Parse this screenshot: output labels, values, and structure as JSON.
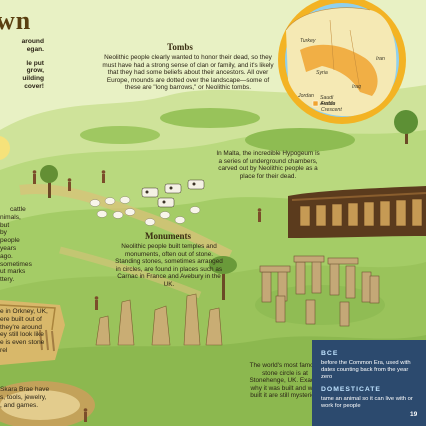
{
  "page_title": "wn",
  "left_intro": {
    "lines": [
      "around",
      "egan.",
      "le put",
      "grow,",
      "uilding",
      "cover!"
    ]
  },
  "tombs": {
    "heading": "Tombs",
    "body": "Neolithic people clearly wanted to honor their dead, so they must have had a strong sense of clan or family, and it's likely that they had some beliefs about their ancestors. All over Europe, mounds are dotted over the landscape—some of these are \"long barrows,\" or Neolithic tombs."
  },
  "map": {
    "labels": [
      "Turkey",
      "Iran",
      "Syria",
      "Iraq",
      "Jordan",
      "Saudi Arabia",
      "Fertile Crescent"
    ]
  },
  "hypogeum": {
    "body": "In Malta, the incredible Hypogeum is a series of underground chambers, carved out by Neolithic people as a place for their dead."
  },
  "cattle_text": {
    "lines": [
      "cattle",
      "nimals, but",
      "by people",
      "years ago.",
      "sometimes",
      "ut marks",
      "ttery."
    ]
  },
  "monuments": {
    "heading": "Monuments",
    "body": "Neolithic people built temples and monuments, often out of stone. Standing stones, sometimes arranged in circles, are found in places such as Carnac in France and Avebury in the UK."
  },
  "orkney_text": {
    "lines": [
      "e in Orkney, UK,",
      "ere built out of",
      "they're around",
      "ey still look like",
      "e is even stone",
      "rel"
    ]
  },
  "skara_text": {
    "lines": [
      "Skara Brae have",
      "s, tools, jewelry,",
      ", and games."
    ]
  },
  "stonehenge": {
    "body": "The world's most famous stone circle is at Stonehenge, UK. Exactly why it was built and who built it are still mysteries!"
  },
  "glossary": {
    "bce_term": "BCE",
    "bce_def": "before the Common Era, used with dates counting back from the year zero",
    "dom_term": "DOMESTICATE",
    "dom_def": "tame an animal so it can live with or work for people"
  },
  "page_number": "19",
  "colors": {
    "grass_light": "#d7ea9c",
    "grass_mid": "#a9cf6a",
    "grass_dark": "#6f9f3e",
    "glossary_bg": "#2c4a6e",
    "map_ring": "#f3b324",
    "map_water": "#8fd0ee",
    "crescent": "#f0a431"
  }
}
